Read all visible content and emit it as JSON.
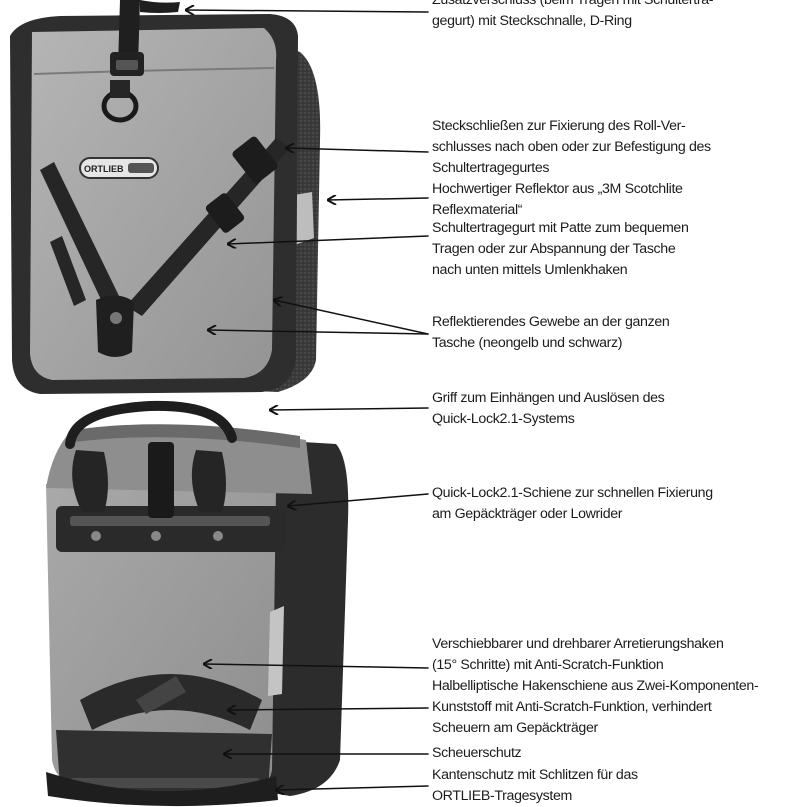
{
  "annotations": [
    {
      "id": "zusatzverschluss",
      "lines": [
        "Zusatzverschluss (beim Tragen mit Schultertra-",
        "gegurt) mit Steckschnalle, D-Ring"
      ]
    },
    {
      "id": "steckschliessen",
      "lines": [
        "Steckschließen zur Fixierung des Roll-Ver-",
        "schlusses nach oben oder zur Befestigung des",
        "Schultertragegurtes"
      ]
    },
    {
      "id": "reflektor",
      "lines": [
        "Hochwertiger Reflektor aus „3M Scotchlite",
        "Reflexmaterial“"
      ]
    },
    {
      "id": "schultertragegurt",
      "lines": [
        "Schultertragegurt mit Patte zum bequemen",
        "Tragen oder zur Abspannung der Tasche",
        "nach unten mittels Umlenkhaken"
      ]
    },
    {
      "id": "reflektierendes-gewebe",
      "lines": [
        "Reflektierendes Gewebe an der ganzen",
        "Tasche (neongelb und schwarz)"
      ]
    },
    {
      "id": "griff",
      "lines": [
        "Griff zum Einhängen und Auslösen des",
        "Quick-Lock2.1-Systems"
      ]
    },
    {
      "id": "schiene",
      "lines": [
        "Quick-Lock2.1-Schiene zur schnellen Fixierung",
        "am Gepäckträger oder Lowrider"
      ]
    },
    {
      "id": "arretierungshaken",
      "lines": [
        "Verschiebbarer und drehbarer Arretierungshaken",
        "(15° Schritte) mit Anti-Scratch-Funktion"
      ]
    },
    {
      "id": "hakenschiene",
      "lines": [
        "Halbelliptische Hakenschiene aus Zwei-Komponenten-",
        "Kunststoff mit Anti-Scratch-Funktion, verhindert",
        "Scheuern am Gepäckträger"
      ]
    },
    {
      "id": "scheuerschutz",
      "lines": [
        "Scheuerschutz"
      ]
    },
    {
      "id": "kantenschutz",
      "lines": [
        "Kantenschutz mit Schlitzen für das",
        "ORTLIEB-Tragesystem"
      ]
    }
  ],
  "bag_logo_text": "ORTLIEB",
  "colors": {
    "panel_light": "#a5a5a5",
    "panel_dark": "#3a3a3a",
    "strap": "#262626",
    "text": "#1c1c1c"
  }
}
